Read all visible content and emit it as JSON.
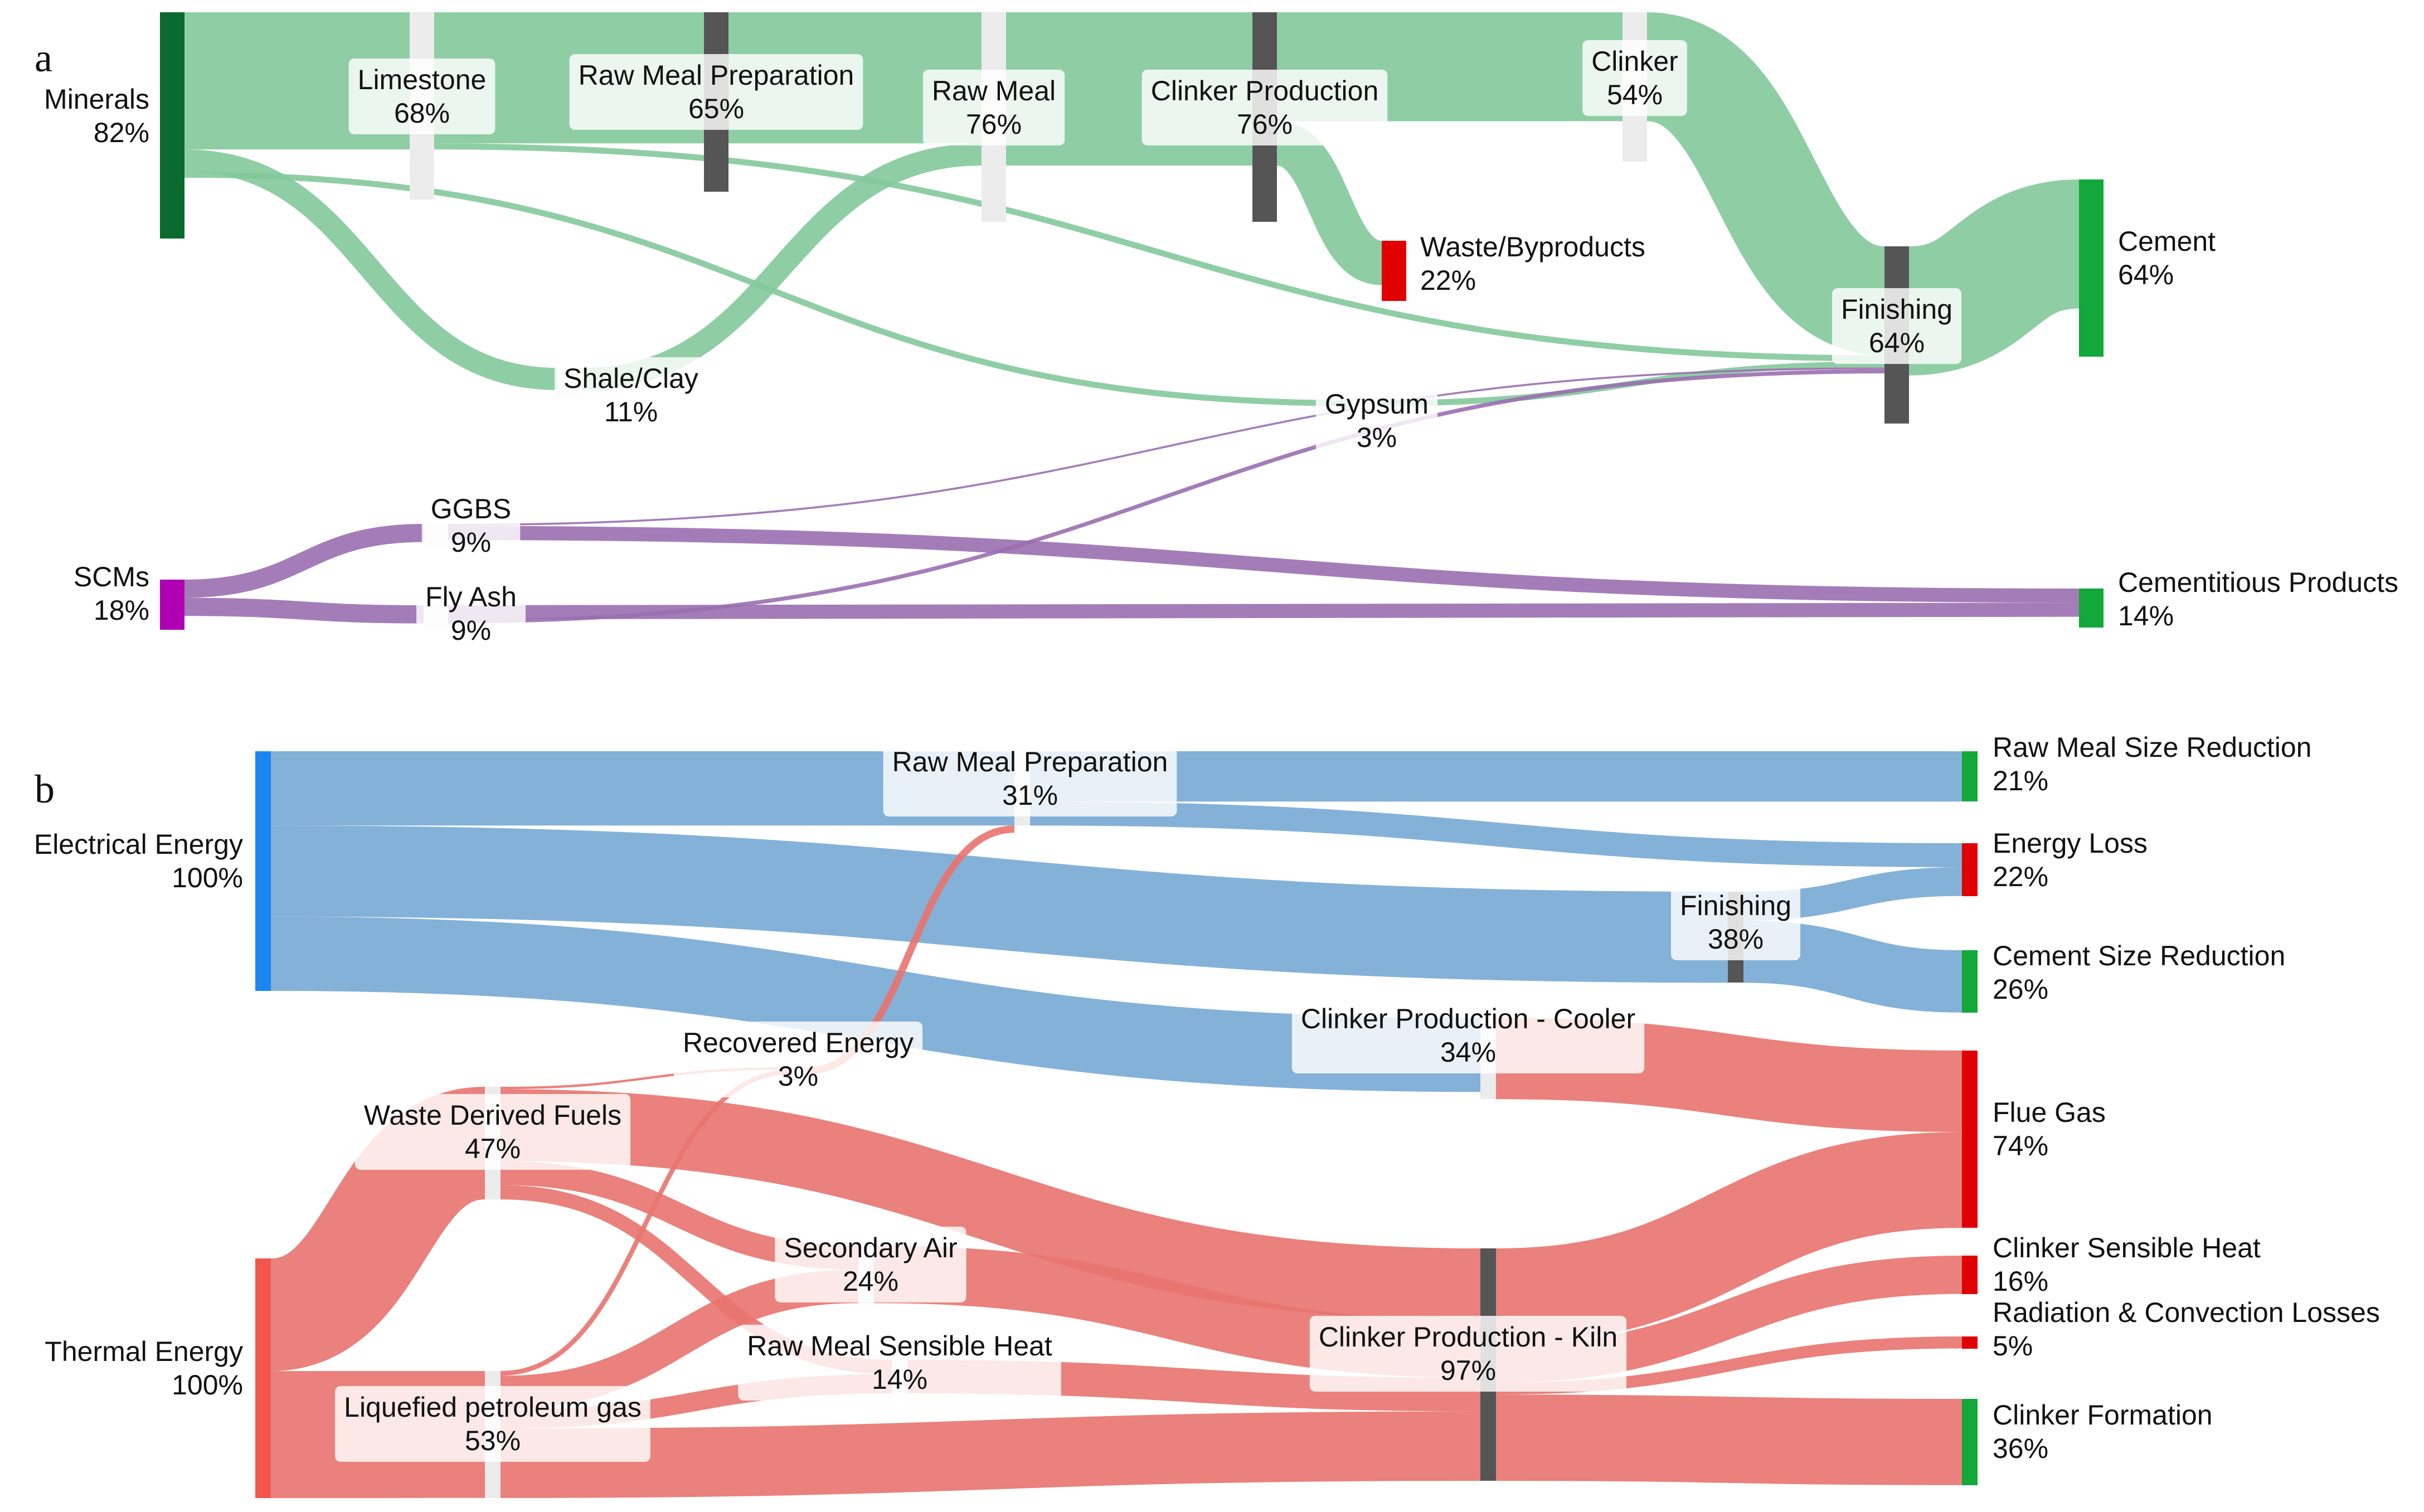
{
  "colors": {
    "mineral_link": "#83c99b",
    "scm_link": "#9a6fb0",
    "electric_link": "#77a8d4",
    "thermal_link": "#e8736e",
    "node_white": "#ececec",
    "node_dark": "#555555",
    "node_waste": "#e00000",
    "node_product": "#12a83a",
    "minerals_node": "#0b6a2e",
    "scms_node": "#b000b4",
    "electric_node": "#1c85f0",
    "thermal_node": "#f2584a"
  },
  "panels": [
    {
      "letter": "a",
      "nodes": [
        {
          "id": "minerals",
          "label": "Minerals",
          "value": "82%",
          "color": "minerals_node"
        },
        {
          "id": "limestone",
          "label": "Limestone",
          "value": "68%",
          "color": "node_white"
        },
        {
          "id": "rawprep",
          "label": "Raw Meal Preparation",
          "value": "65%",
          "color": "node_dark"
        },
        {
          "id": "rawmeal",
          "label": "Raw Meal",
          "value": "76%",
          "color": "node_white"
        },
        {
          "id": "clinkerprod",
          "label": "Clinker Production",
          "value": "76%",
          "color": "node_dark"
        },
        {
          "id": "clinker",
          "label": "Clinker",
          "value": "54%",
          "color": "node_white"
        },
        {
          "id": "waste",
          "label": "Waste/Byproducts",
          "value": "22%",
          "color": "node_waste"
        },
        {
          "id": "finishing",
          "label": "Finishing",
          "value": "64%",
          "color": "node_dark"
        },
        {
          "id": "cement",
          "label": "Cement",
          "value": "64%",
          "color": "node_product"
        },
        {
          "id": "shale",
          "label": "Shale/Clay",
          "value": "11%",
          "color": "node_white"
        },
        {
          "id": "gypsum",
          "label": "Gypsum",
          "value": "3%",
          "color": "node_white"
        },
        {
          "id": "scms",
          "label": "SCMs",
          "value": "18%",
          "color": "scms_node"
        },
        {
          "id": "ggbs",
          "label": "GGBS",
          "value": "9%",
          "color": "node_white"
        },
        {
          "id": "flyash",
          "label": "Fly Ash",
          "value": "9%",
          "color": "node_white"
        },
        {
          "id": "cementitious",
          "label": "Cementitious Products",
          "value": "14%",
          "color": "node_product"
        }
      ],
      "links": [
        {
          "source": "minerals",
          "target": "limestone",
          "value": 68,
          "color": "mineral_link"
        },
        {
          "source": "limestone",
          "target": "rawprep",
          "value": 65,
          "color": "mineral_link"
        },
        {
          "source": "rawprep",
          "target": "rawmeal",
          "value": 65,
          "color": "mineral_link"
        },
        {
          "source": "rawmeal",
          "target": "clinkerprod",
          "value": 76,
          "color": "mineral_link"
        },
        {
          "source": "clinkerprod",
          "target": "clinker",
          "value": 54,
          "color": "mineral_link"
        },
        {
          "source": "clinkerprod",
          "target": "waste",
          "value": 22,
          "color": "mineral_link"
        },
        {
          "source": "clinker",
          "target": "finishing",
          "value": 54,
          "color": "mineral_link"
        },
        {
          "source": "finishing",
          "target": "cement",
          "value": 64,
          "color": "mineral_link"
        },
        {
          "source": "minerals",
          "target": "shale",
          "value": 11,
          "color": "mineral_link"
        },
        {
          "source": "shale",
          "target": "rawmeal",
          "value": 11,
          "color": "mineral_link"
        },
        {
          "source": "minerals",
          "target": "gypsum",
          "value": 3,
          "color": "mineral_link"
        },
        {
          "source": "gypsum",
          "target": "finishing",
          "value": 3,
          "color": "mineral_link"
        },
        {
          "source": "limestone",
          "target": "finishing",
          "value": 3,
          "color": "mineral_link"
        },
        {
          "source": "scms",
          "target": "ggbs",
          "value": 9,
          "color": "scm_link"
        },
        {
          "source": "scms",
          "target": "flyash",
          "value": 9,
          "color": "scm_link"
        },
        {
          "source": "ggbs",
          "target": "cementitious",
          "value": 7,
          "color": "scm_link"
        },
        {
          "source": "ggbs",
          "target": "finishing",
          "value": 1,
          "color": "scm_link"
        },
        {
          "source": "flyash",
          "target": "cementitious",
          "value": 7,
          "color": "scm_link"
        },
        {
          "source": "flyash",
          "target": "finishing",
          "value": 2,
          "color": "scm_link"
        }
      ]
    },
    {
      "letter": "b",
      "nodes": [
        {
          "id": "electrical",
          "label": "Electrical Energy",
          "value": "100%",
          "color": "electric_node"
        },
        {
          "id": "thermal",
          "label": "Thermal Energy",
          "value": "100%",
          "color": "thermal_node"
        },
        {
          "id": "rmprep",
          "label": "Raw Meal Preparation",
          "value": "31%",
          "color": "node_white"
        },
        {
          "id": "bfinishing",
          "label": "Finishing",
          "value": "38%",
          "color": "node_dark"
        },
        {
          "id": "cooler",
          "label": "Clinker Production - Cooler",
          "value": "34%",
          "color": "node_white"
        },
        {
          "id": "recovered",
          "label": "Recovered Energy",
          "value": "3%",
          "color": "node_white"
        },
        {
          "id": "wdf",
          "label": "Waste Derived Fuels",
          "value": "47%",
          "color": "node_white"
        },
        {
          "id": "lpg",
          "label": "Liquefied petroleum gas",
          "value": "53%",
          "color": "node_white"
        },
        {
          "id": "secair",
          "label": "Secondary Air",
          "value": "24%",
          "color": "node_white"
        },
        {
          "id": "rmsensible",
          "label": "Raw Meal Sensible Heat",
          "value": "14%",
          "color": "node_white"
        },
        {
          "id": "kiln",
          "label": "Clinker Production - Kiln",
          "value": "97%",
          "color": "node_dark"
        },
        {
          "id": "rmsize",
          "label": "Raw Meal Size Reduction",
          "value": "21%",
          "color": "node_product"
        },
        {
          "id": "eloss",
          "label": "Energy Loss",
          "value": "22%",
          "color": "node_waste"
        },
        {
          "id": "csize",
          "label": "Cement Size Reduction",
          "value": "26%",
          "color": "node_product"
        },
        {
          "id": "flue",
          "label": "Flue Gas",
          "value": "74%",
          "color": "node_waste"
        },
        {
          "id": "cksens",
          "label": "Clinker Sensible Heat",
          "value": "16%",
          "color": "node_waste"
        },
        {
          "id": "radconv",
          "label": "Radiation & Convection Losses",
          "value": "5%",
          "color": "node_waste"
        },
        {
          "id": "ckform",
          "label": "Clinker Formation",
          "value": "36%",
          "color": "node_product"
        }
      ],
      "links": [
        {
          "source": "electrical",
          "target": "rmprep",
          "value": 31,
          "color": "electric_link"
        },
        {
          "source": "electrical",
          "target": "bfinishing",
          "value": 38,
          "color": "electric_link"
        },
        {
          "source": "electrical",
          "target": "cooler",
          "value": 31,
          "color": "electric_link"
        },
        {
          "source": "rmprep",
          "target": "rmsize",
          "value": 21,
          "color": "electric_link"
        },
        {
          "source": "rmprep",
          "target": "eloss",
          "value": 10,
          "color": "electric_link"
        },
        {
          "source": "bfinishing",
          "target": "eloss",
          "value": 12,
          "color": "electric_link"
        },
        {
          "source": "bfinishing",
          "target": "csize",
          "value": 26,
          "color": "electric_link"
        },
        {
          "source": "cooler",
          "target": "flue",
          "value": 34,
          "color": "thermal_link"
        },
        {
          "source": "thermal",
          "target": "wdf",
          "value": 47,
          "color": "thermal_link"
        },
        {
          "source": "thermal",
          "target": "lpg",
          "value": 53,
          "color": "thermal_link"
        },
        {
          "source": "wdf",
          "target": "recovered",
          "value": 1,
          "color": "thermal_link"
        },
        {
          "source": "wdf",
          "target": "kiln",
          "value": 30,
          "color": "thermal_link"
        },
        {
          "source": "wdf",
          "target": "secair",
          "value": 10,
          "color": "thermal_link"
        },
        {
          "source": "wdf",
          "target": "rmsensible",
          "value": 6,
          "color": "thermal_link"
        },
        {
          "source": "lpg",
          "target": "recovered",
          "value": 2,
          "color": "thermal_link"
        },
        {
          "source": "lpg",
          "target": "secair",
          "value": 14,
          "color": "thermal_link"
        },
        {
          "source": "lpg",
          "target": "rmsensible",
          "value": 8,
          "color": "thermal_link"
        },
        {
          "source": "lpg",
          "target": "kiln",
          "value": 29,
          "color": "thermal_link"
        },
        {
          "source": "recovered",
          "target": "rmprep",
          "value": 3,
          "color": "thermal_link"
        },
        {
          "source": "secair",
          "target": "kiln",
          "value": 24,
          "color": "thermal_link"
        },
        {
          "source": "rmsensible",
          "target": "kiln",
          "value": 14,
          "color": "thermal_link"
        },
        {
          "source": "kiln",
          "target": "flue",
          "value": 40,
          "color": "thermal_link"
        },
        {
          "source": "kiln",
          "target": "cksens",
          "value": 16,
          "color": "thermal_link"
        },
        {
          "source": "kiln",
          "target": "radconv",
          "value": 5,
          "color": "thermal_link"
        },
        {
          "source": "kiln",
          "target": "ckform",
          "value": 36,
          "color": "thermal_link"
        }
      ]
    }
  ]
}
